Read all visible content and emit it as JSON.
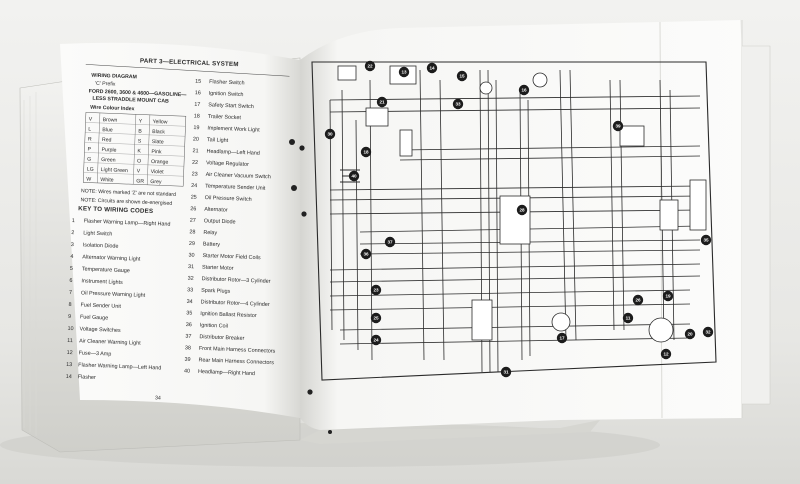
{
  "left_page": {
    "header": "PART 3—ELECTRICAL SYSTEM",
    "title_lines": [
      "WIRING DIAGRAM",
      "'C' Prefix",
      "FORD 2600, 3600 & 4600—GASOLINE—",
      "LESS STRADDLE MOUNT CAB"
    ],
    "color_index_title": "Wire Colour Index",
    "color_index": [
      [
        "V",
        "Brown",
        "Y",
        "Yellow"
      ],
      [
        "L",
        "Blue",
        "B",
        "Black"
      ],
      [
        "R",
        "Red",
        "S",
        "Slate"
      ],
      [
        "P",
        "Purple",
        "K",
        "Pink"
      ],
      [
        "G",
        "Green",
        "O",
        "Orange"
      ],
      [
        "LG",
        "Light Green",
        "V",
        "Violet"
      ],
      [
        "W",
        "White",
        "GR",
        "Grey"
      ]
    ],
    "notes": [
      "NOTE: Wires marked 'Z' are not standard",
      "NOTE: Circuits are shown de-energised"
    ],
    "key_title": "KEY TO WIRING CODES",
    "key_left": [
      {
        "n": "1",
        "label": "Flasher Warning Lamp—Right Hand"
      },
      {
        "n": "2",
        "label": "Light Switch"
      },
      {
        "n": "3",
        "label": "Isolation Diode"
      },
      {
        "n": "4",
        "label": "Alternator Warning Light"
      },
      {
        "n": "5",
        "label": "Temperature Gauge"
      },
      {
        "n": "6",
        "label": "Instrument Lights"
      },
      {
        "n": "7",
        "label": "Oil Pressure Warning Light"
      },
      {
        "n": "8",
        "label": "Fuel Sender Unit"
      },
      {
        "n": "9",
        "label": "Fuel Gauge"
      },
      {
        "n": "10",
        "label": "Voltage Switches"
      },
      {
        "n": "11",
        "label": "Air Cleaner Warning Light"
      },
      {
        "n": "12",
        "label": "Fuse—3 Amp"
      },
      {
        "n": "13",
        "label": "Flasher Warning Lamp—Left Hand"
      },
      {
        "n": "14",
        "label": "Flasher"
      }
    ],
    "key_right": [
      {
        "n": "15",
        "label": "Flasher Switch"
      },
      {
        "n": "16",
        "label": "Ignition Switch"
      },
      {
        "n": "17",
        "label": "Safety Start Switch"
      },
      {
        "n": "18",
        "label": "Trailer Socket"
      },
      {
        "n": "19",
        "label": "Implement Work Light"
      },
      {
        "n": "20",
        "label": "Tail Light"
      },
      {
        "n": "21",
        "label": "Headlamp—Left Hand"
      },
      {
        "n": "22",
        "label": "Voltage Regulator"
      },
      {
        "n": "23",
        "label": "Air Cleaner Vacuum Switch"
      },
      {
        "n": "24",
        "label": "Temperature Sender Unit"
      },
      {
        "n": "25",
        "label": "Oil Pressure Switch"
      },
      {
        "n": "26",
        "label": "Alternator"
      },
      {
        "n": "27",
        "label": "Output Diode"
      },
      {
        "n": "28",
        "label": "Relay"
      },
      {
        "n": "29",
        "label": "Battery"
      },
      {
        "n": "30",
        "label": "Starter Motor Field Coils"
      },
      {
        "n": "31",
        "label": "Starter Motor"
      },
      {
        "n": "32",
        "label": "Distributor Rotor—3 Cylinder"
      },
      {
        "n": "33",
        "label": "Spark Plugs"
      },
      {
        "n": "34",
        "label": "Distributor Rotor—4 Cylinder"
      },
      {
        "n": "35",
        "label": "Ignition Ballast Resistor"
      },
      {
        "n": "36",
        "label": "Ignition Coil"
      },
      {
        "n": "37",
        "label": "Distributor Breaker"
      },
      {
        "n": "38",
        "label": "Front Main Harness Connectors"
      },
      {
        "n": "39",
        "label": "Rear Main Harness Connectors"
      },
      {
        "n": "40",
        "label": "Headlamp—Right Hand"
      }
    ],
    "page_number": "34"
  },
  "diagram": {
    "callouts": [
      "22",
      "13",
      "14",
      "15",
      "33",
      "21",
      "16",
      "39",
      "30",
      "18",
      "40",
      "28",
      "36",
      "37",
      "23",
      "25",
      "24",
      "31",
      "17",
      "26",
      "19",
      "11",
      "12",
      "35",
      "20",
      "32"
    ]
  }
}
